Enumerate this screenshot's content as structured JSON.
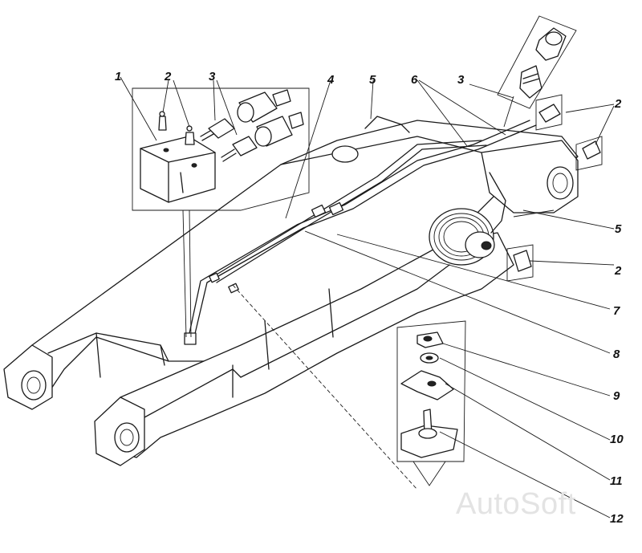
{
  "callouts": {
    "c1": "1",
    "c2a": "2",
    "c3a": "3",
    "c4": "4",
    "c5a": "5",
    "c6": "6",
    "c3b": "3",
    "c2b": "2",
    "c5b": "5",
    "c2c": "2",
    "c7": "7",
    "c8": "8",
    "c9": "9",
    "c10": "10",
    "c11": "11",
    "c12": "12"
  },
  "watermark": "AutoSoft"
}
